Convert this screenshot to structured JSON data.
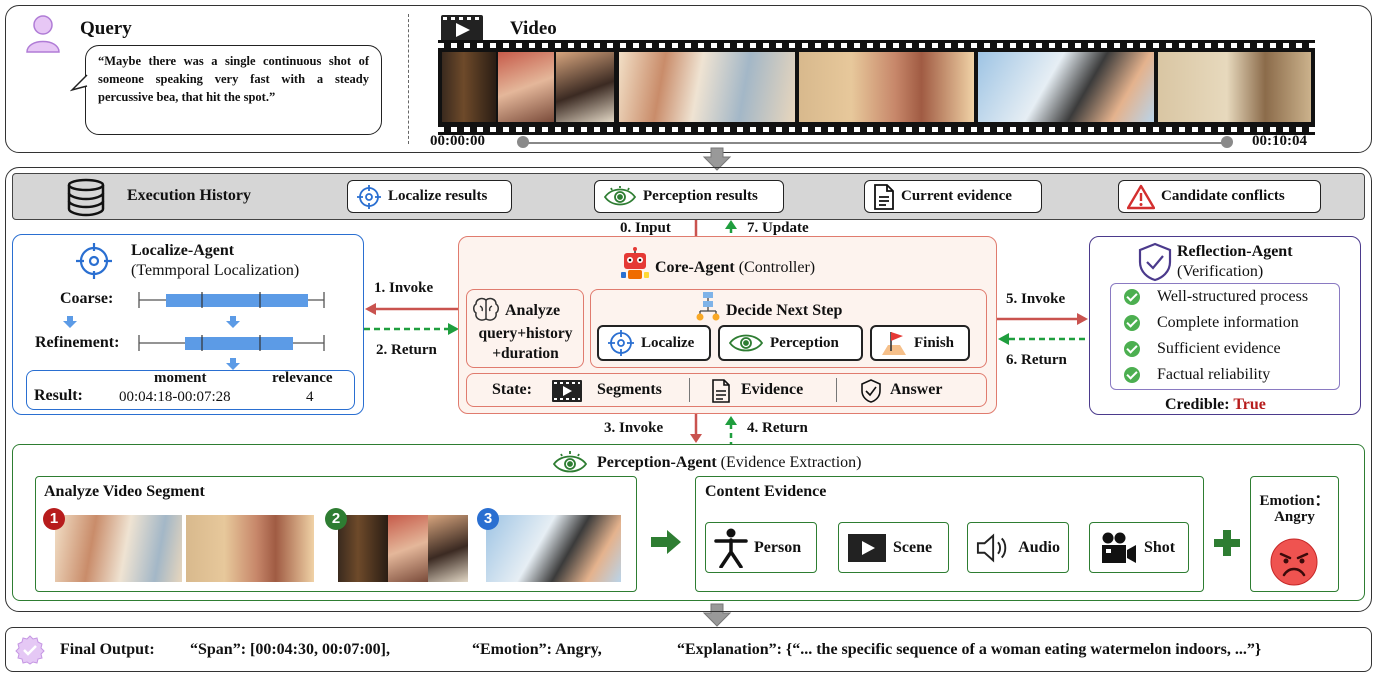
{
  "query": {
    "title": "Query",
    "text": "“Maybe there was a single  continuous shot of someone speaking very fast with a steady percussive bea, that hit the spot.”"
  },
  "video": {
    "title": "Video",
    "time_start": "00:00:00",
    "time_end": "00:10:04"
  },
  "history_bar": {
    "title": "Execution History",
    "items": [
      "Localize results",
      "Perception results",
      "Current evidence",
      "Candidate conflicts"
    ]
  },
  "arrows": {
    "input": "0. Input",
    "update": "7. Update",
    "invoke1": "1. Invoke",
    "return2": "2. Return",
    "invoke3": "3. Invoke",
    "return4": "4. Return",
    "invoke5": "5. Invoke",
    "return6": "6. Return"
  },
  "localize_agent": {
    "title": "Localize-Agent",
    "subtitle": "(Temmporal Localization)",
    "coarse": "Coarse:",
    "refinement": "Refinement:",
    "result_label": "Result:",
    "col_moment": "moment",
    "col_relevance": "relevance",
    "moment": "00:04:18-00:07:28",
    "relevance": "4"
  },
  "core_agent": {
    "title": "Core-Agent",
    "subtitle": "(Controller)",
    "analyze_title": "Analyze",
    "analyze_lines": [
      "query+history",
      "+duration"
    ],
    "decide_title": "Decide Next Step",
    "options": [
      "Localize",
      "Perception",
      "Finish"
    ],
    "state_label": "State:",
    "state_items": [
      "Segments",
      "Evidence",
      "Answer"
    ]
  },
  "reflection_agent": {
    "title": "Reflection-Agent",
    "subtitle": "(Verification)",
    "checks": [
      "Well-structured process",
      "Complete information",
      "Sufficient evidence",
      "Factual reliability"
    ],
    "credible_label": "Credible:",
    "credible_value": "True"
  },
  "perception_agent": {
    "title": "Perception-Agent",
    "subtitle": "(Evidence Extraction)",
    "analyze_title": "Analyze Video Segment",
    "badges": [
      "1",
      "2",
      "3"
    ],
    "evidence_title": "Content Evidence",
    "evidence_items": [
      "Person",
      "Scene",
      "Audio",
      "Shot"
    ],
    "emotion_label": "Emotion：",
    "emotion_value": "Angry"
  },
  "final_output": {
    "label": "Final Output:",
    "span": "“Span”: [00:04:30, 00:07:00],",
    "emotion": "“Emotion”: Angry,",
    "explanation": "“Explanation”: {“...  the specific sequence of a woman eating watermelon indoors, ...”}"
  },
  "colors": {
    "red_arrow": "#c9534f",
    "green_arrow": "#1f9e3e",
    "localize_border": "#2a6fd1",
    "core_border": "#e07b6e",
    "reflection_border": "#4b3a8c",
    "perception_border": "#2e7d32",
    "true_color": "#b71c1c"
  }
}
